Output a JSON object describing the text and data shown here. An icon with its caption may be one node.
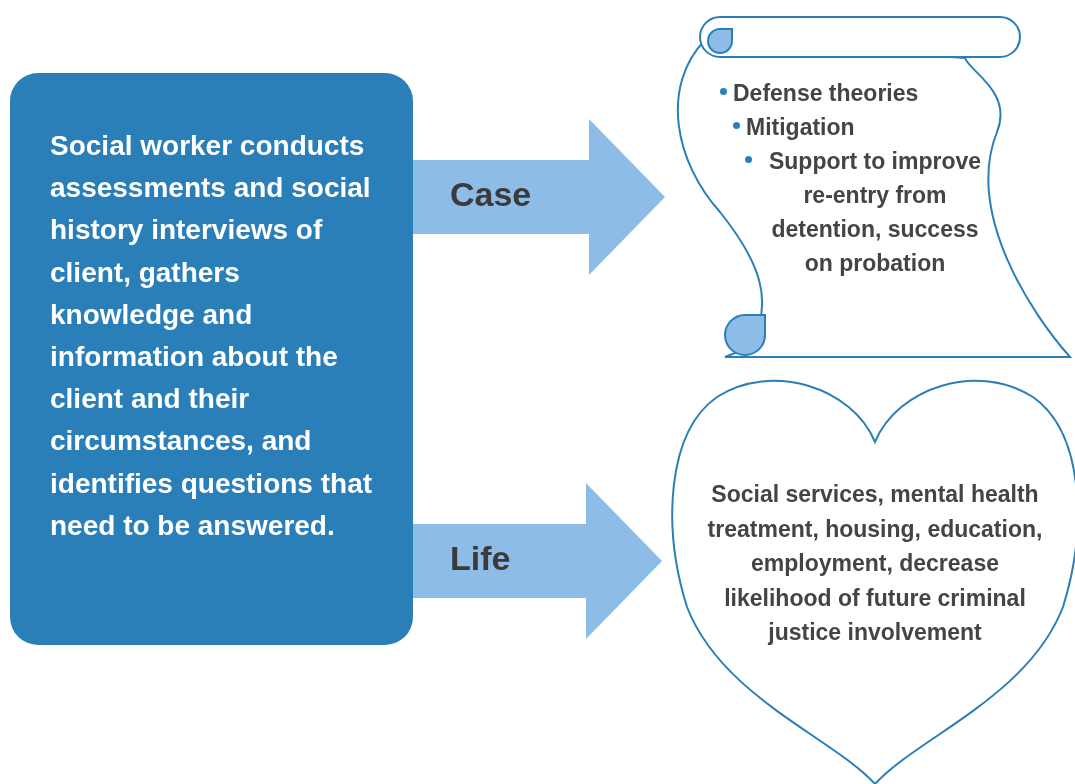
{
  "diagram": {
    "nodes": [
      {
        "text": [
          "Social worker conducts assessments and social history interviews of client, gathers knowledge and information about the client and their circumstances, and identifies questions that need to be answered."
        ]
      },
      {
        "text": [
          "Defense theories",
          "Mitigation",
          "Support to improve re-entry from detention, success on probation"
        ]
      },
      {
        "text": [
          "Social services, mental health treatment, housing, education, employment, decrease likelihood of future criminal justice involvement"
        ]
      }
    ],
    "edges": [
      {
        "from": 0,
        "to": 1,
        "arrow": "to",
        "label": "Case"
      },
      {
        "from": 0,
        "to": 2,
        "arrow": "to",
        "label": "Life"
      }
    ]
  }
}
